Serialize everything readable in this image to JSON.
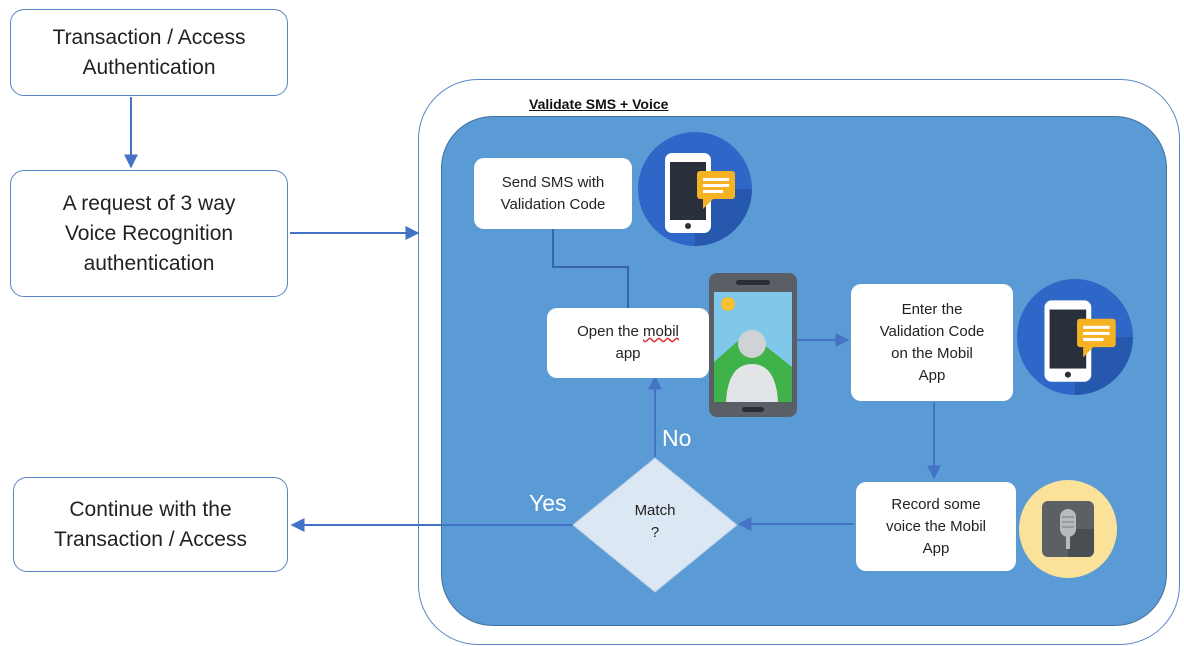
{
  "nodes": {
    "auth_start": "Transaction / Access Authentication",
    "request": "A request of 3 way Voice Recognition authentication",
    "continue": "Continue with the Transaction / Access"
  },
  "group": {
    "title": "Validate SMS + Voice",
    "send_sms": "Send SMS with Validation Code",
    "open_app_prefix": "Open the ",
    "open_app_word": "mobil",
    "open_app_suffix": " app",
    "enter_code": "Enter the Validation Code on the Mobil App",
    "record_voice": "Record some voice the Mobil App",
    "match_line1": "Match",
    "match_line2": "?",
    "label_no": "No",
    "label_yes": "Yes"
  },
  "icons": [
    "phone-message-icon",
    "smartphone-icon",
    "phone-message-icon",
    "microphone-icon"
  ],
  "colors": {
    "panel": "#5b9bd5",
    "border": "#5b86c5",
    "connector": "#4472c4",
    "diamond": "#dbe7f3",
    "icon_circle": "#2f67c8",
    "mic_circle": "#fbe29a"
  }
}
